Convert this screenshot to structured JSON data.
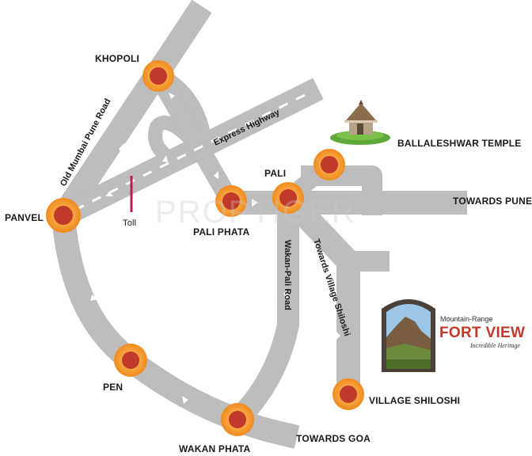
{
  "places": {
    "khopoli": "KHOPOLI",
    "panvel": "PANVEL",
    "pali": "PALI",
    "pali_phata": "PALI PHATA",
    "pen": "PEN",
    "wakan_phata": "WAKAN PHATA",
    "village_shiloshi": "VILLAGE SHILOSHI",
    "towards_pune": "TOWARDS PUNE",
    "towards_goa": "TOWARDS GOA",
    "ballaleshwar_temple": "BALLALESHWAR TEMPLE",
    "toll": "Toll"
  },
  "roads": {
    "old_mumbai_pune": "Old Mumbai Pune Road",
    "express_highway": "Express Highway",
    "wakan_pali": "Wakan-Pali Road",
    "towards_shiloshi": "Towards Village Shiloshi"
  },
  "project": {
    "tagline_top": "Mountain-Range",
    "name": "FORT VIEW",
    "tagline_bottom": "Incredible Heritage"
  },
  "watermark": "PROPTIGER",
  "colors": {
    "road": "#bdbdbd",
    "road_marking": "#ffffff",
    "marker_outer": "#f5a53a",
    "marker_inner": "#c0392b",
    "toll_line": "#c2185b",
    "brand_red": "#c0392b"
  }
}
